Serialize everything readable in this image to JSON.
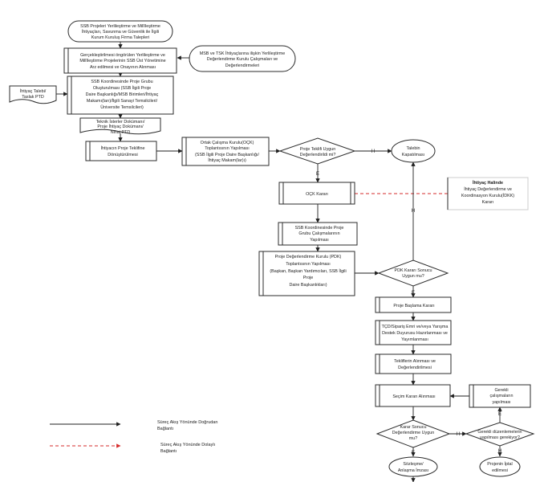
{
  "nodes": {
    "n1": [
      "SSB Projeleri Yerlileştirme ve Millîleştirme",
      "İhtiyaçları, Savunma ve Güvenlik ile İlgili",
      "Kurum Kuruluş Firma Talepleri"
    ],
    "n2": [
      "Gerçekleştirilmesi öngörülen Yerlileştirme ve",
      "Millîleştirme Projelerinin SSB Üst Yönetimine",
      "Arz edilmesi ve Onayının Alınması"
    ],
    "n3": [
      "MSB ve TSK İhtiyaçlarına ilişkin Yerlileştirme",
      "Değerlendirme Kurulu Çalışmaları ve",
      "Değerlendirmeleri"
    ],
    "n4": [
      "İhtiyaç Talebi/",
      "Taslak PTD"
    ],
    "n5": [
      "SSB Koordinesinde Proje Grubu",
      "Oluşturulması (SSB İlgili Proje",
      "Daire Başkanlığı/MSB Birimleri/İhtiyaç",
      "Makamı(ları)/İlgili Sanayi Temsilcileri/",
      "Üniversite Temsilcileri)"
    ],
    "n6": [
      "Teknik İsterler Dokümanı/",
      "Proje İhtiyaç Dokümanı/",
      "Nihai PTD"
    ],
    "n7": [
      "İhtiyacın Proje Teklifine",
      "Dönüştürülmesi"
    ],
    "n8": [
      "Ortak Çalışma Kurulu(OÇK)",
      "Toplantısının Yapılması",
      "(SSB İlgili Proje Daire Başkanlığı/",
      "İhtiyaç Makam(lar)ı)"
    ],
    "n9": [
      "Proje Teklifi Uygun",
      "Değerlendirildi mi?"
    ],
    "n10": [
      "Talebin",
      "Kapatılması"
    ],
    "n11": [
      "OÇK Kararı"
    ],
    "n12_title": "İhtiyaç Halinde",
    "n12": [
      "İhtiyaç Değerlendirme ve",
      "Koordinasyon Kurulu(İDKK)",
      "Kararı"
    ],
    "n13": [
      "SSB Koordinesinde Proje",
      "Grubu Çalışmalarının",
      "Yapılması"
    ],
    "n14": [
      "Proje Değerlendirme Kurulu (PDK)",
      "Toplantısının Yapılması",
      "(Başkan, Başkan Yardımcıları, SSB İlgili",
      "Proje",
      "Daire Başkanlıkları)"
    ],
    "n15": [
      "PDK Kararı Sonucu",
      "Uygun mu?"
    ],
    "n16": [
      "Proje Başlama Kararı"
    ],
    "n17": [
      "TÇD/Sipariş Emri ve/veya Yarışma",
      "Destek Duyurusu Hazırlanması ve",
      "Yayımlanması"
    ],
    "n18": [
      "Tekliflerin Alınması ve",
      "Değerlendirilmesi"
    ],
    "n19": [
      "Seçim Kararı Alınması"
    ],
    "n20": [
      "Gerekli",
      "çalışmaların",
      "yapılması"
    ],
    "n21": [
      "Karar Sonucu",
      "Değerlendirme Uygun",
      "mu?"
    ],
    "n22": [
      "Gerekli düzenlemelerin",
      "yapılması gerekiyor?"
    ],
    "n23": [
      "Sözleşme/",
      "Anlaşma İmzası"
    ],
    "n24": [
      "Projenin İptal",
      "edilmesi"
    ]
  },
  "edge_labels": {
    "h": "H",
    "e": "E"
  },
  "legend": {
    "direct_line": [
      "Süreç Akış Yönünde Doğrudan",
      "Bağlantı"
    ],
    "indirect_line": [
      "Süreç Akış Yönünde Dolaylı",
      "Bağlantı"
    ]
  },
  "colors": {
    "line": "#1f1f1f",
    "dashed_line": "#d62b2b",
    "node_border": "#2b2b2b",
    "background": "#ffffff"
  }
}
